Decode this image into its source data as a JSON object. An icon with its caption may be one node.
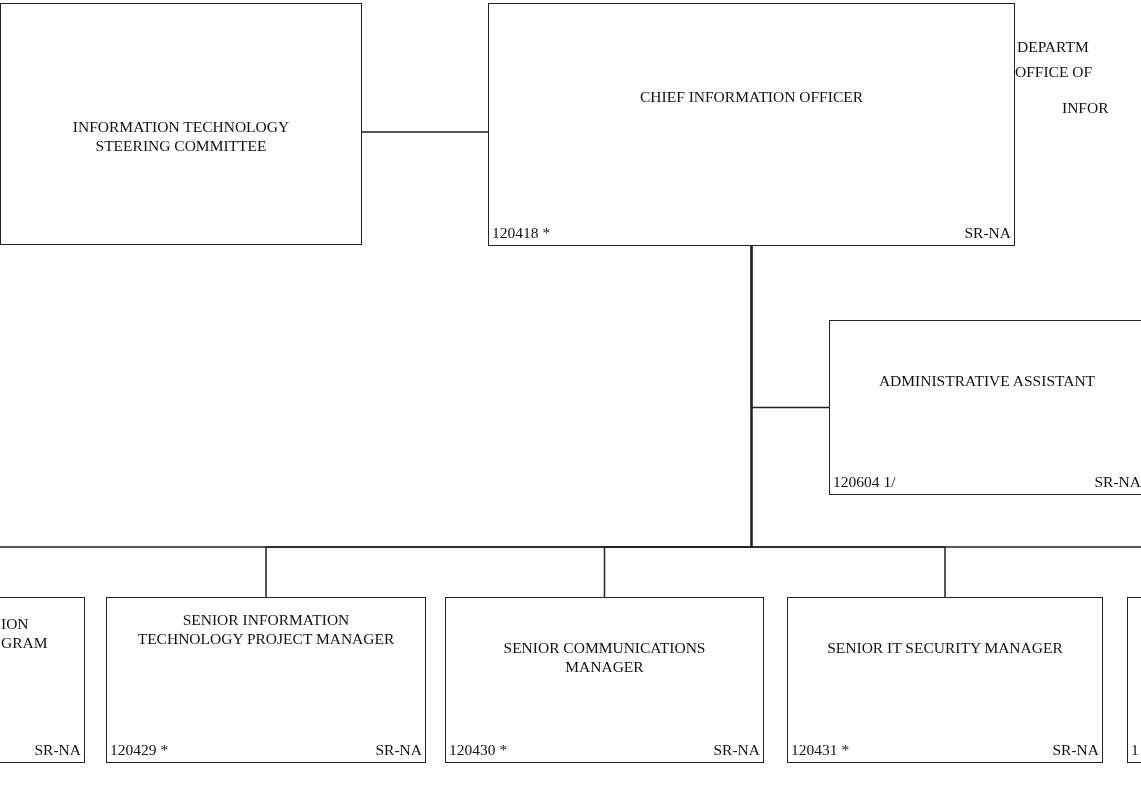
{
  "diagram": {
    "nodes": [
      {
        "text": [
          "INFORMATION TECHNOLOGY STEERING COMMITTEE"
        ]
      },
      {
        "text": [
          "CHIEF INFORMATION OFFICER",
          "120418 *",
          "SR-NA"
        ]
      },
      {
        "text": [
          "ADMINISTRATIVE ASSISTANT",
          "120604 1/",
          "SR-NA"
        ]
      },
      {
        "text": [
          "ION GRAM",
          "SR-NA"
        ]
      },
      {
        "text": [
          "SENIOR INFORMATION TECHNOLOGY PROJECT MANAGER",
          "120429 *",
          "SR-NA"
        ]
      },
      {
        "text": [
          "SENIOR COMMUNICATIONS MANAGER",
          "120430 *",
          "SR-NA"
        ]
      },
      {
        "text": [
          "SENIOR IT SECURITY MANAGER",
          "120431 *",
          "SR-NA"
        ]
      },
      {
        "text": [
          "1"
        ]
      }
    ],
    "edges": [
      {
        "from": 0,
        "to": 1,
        "arrow": "none"
      },
      {
        "from": 1,
        "to": 2,
        "arrow": "none"
      },
      {
        "from": 1,
        "to": 3,
        "arrow": "none"
      },
      {
        "from": 1,
        "to": 4,
        "arrow": "none"
      },
      {
        "from": 1,
        "to": 5,
        "arrow": "none"
      },
      {
        "from": 1,
        "to": 6,
        "arrow": "none"
      },
      {
        "from": 1,
        "to": 7,
        "arrow": "none"
      }
    ],
    "labels": [
      "DEPARTM",
      "OFFICE OF",
      "INFOR"
    ]
  }
}
